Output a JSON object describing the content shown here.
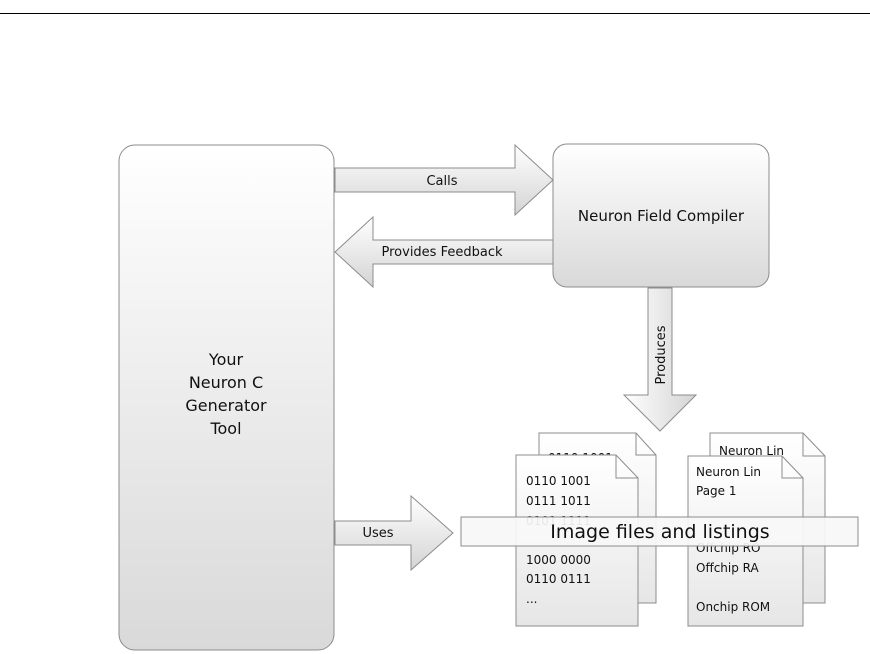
{
  "diagram": {
    "generator_tool": {
      "lines": [
        "Your",
        "Neuron C",
        "Generator",
        "Tool"
      ]
    },
    "compiler": {
      "label": "Neuron Field Compiler"
    },
    "arrows": {
      "calls": "Calls",
      "feedback": "Provides Feedback",
      "produces": "Produces",
      "uses": "Uses"
    },
    "image_doc": {
      "back_line": "0110 1001",
      "lines": [
        "0110 1001",
        "0111 1011",
        "0101 1111",
        "1000 0000",
        "0110 0111",
        "..."
      ]
    },
    "listing_doc": {
      "back_line": "Neuron Lin",
      "lines": [
        "Neuron Lin",
        "Page 1",
        "",
        "Offchip RO",
        "Offchip RA",
        "",
        "Onchip ROM"
      ]
    },
    "banner": {
      "label": "Image files and listings"
    }
  }
}
